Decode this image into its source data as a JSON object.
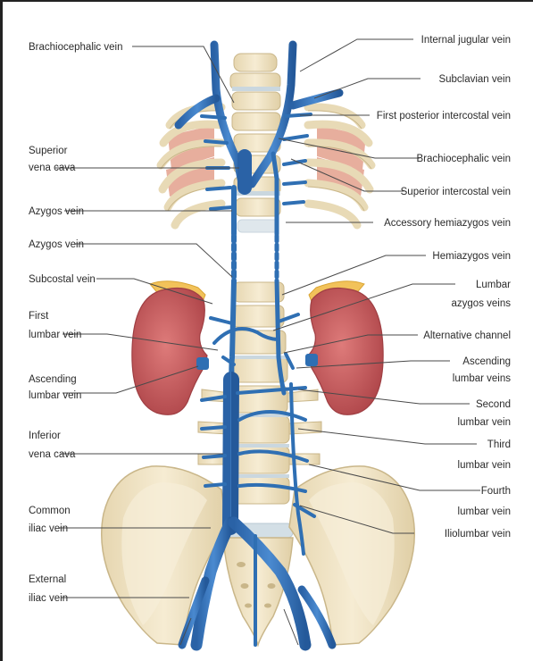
{
  "labels": {
    "left": {
      "brachiocephalic_vein": "Brachiocephalic vein",
      "superior_vena_cava_1": "Superior",
      "superior_vena_cava_2": "vena cava",
      "azygos_vein_1": "Azygos vein",
      "azygos_vein_2": "Azygos vein",
      "subcostal_vein": "Subcostal vein",
      "first_lumbar_vein_1": "First",
      "first_lumbar_vein_2": "lumbar vein",
      "ascending_lumbar_vein_1": "Ascending",
      "ascending_lumbar_vein_2": "lumbar vein",
      "inferior_vena_cava_1": "Inferior",
      "inferior_vena_cava_2": "vena cava",
      "common_iliac_vein_1": "Common",
      "common_iliac_vein_2": "iliac vein",
      "external_iliac_vein_1": "External",
      "external_iliac_vein_2": "iliac vein"
    },
    "right": {
      "internal_jugular_vein": "Internal jugular vein",
      "subclavian_vein": "Subclavian vein",
      "first_posterior_intercostal_vein": "First posterior intercostal vein",
      "brachiocephalic_vein": "Brachiocephalic vein",
      "superior_intercostal_vein": "Superior intercostal vein",
      "accessory_hemiazygos_vein": "Accessory hemiazygos vein",
      "hemiazygos_vein": "Hemiazygos vein",
      "lumbar_azygos_veins_1": "Lumbar",
      "lumbar_azygos_veins_2": "azygos veins",
      "alternative_channel": "Alternative channel",
      "ascending_lumbar_veins_1": "Ascending",
      "ascending_lumbar_veins_2": "lumbar veins",
      "second_lumbar_vein_1": "Second",
      "second_lumbar_vein_2": "lumbar vein",
      "third_lumbar_vein_1": "Third",
      "third_lumbar_vein_2": "lumbar vein",
      "fourth_lumbar_vein_1": "Fourth",
      "fourth_lumbar_vein_2": "lumbar vein",
      "iliolumbar_vein": "Iliolumbar vein"
    }
  },
  "colors": {
    "vein": "#2f6fb3",
    "vein_dark": "#1f4f8a",
    "bone": "#efe3c4",
    "bone_shade": "#d7c7a0",
    "kidney": "#c8585a",
    "kidney_dark": "#a13e42",
    "adrenal": "#f2c25a",
    "muscle": "#e39a86",
    "disc": "#c9d6de",
    "leader": "#4a4a4a"
  }
}
